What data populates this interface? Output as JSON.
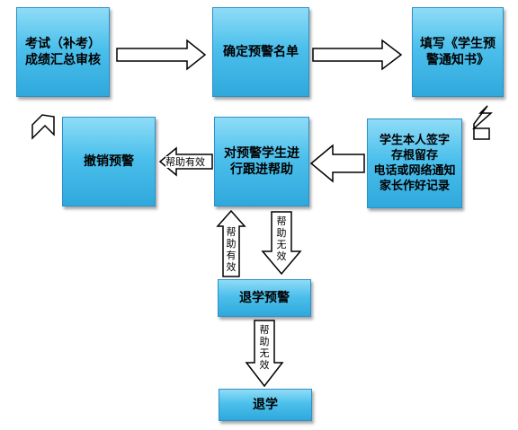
{
  "nodes": {
    "exam": "考试（补考）\n成绩汇总审核",
    "confirm": "确定预警名单",
    "fill": "填写《学生预\n警通知书》",
    "sign": "学生本人签字\n存根留存\n电话或网络通知\n家长作好记录",
    "track": "对预警学生进\n行跟进帮助",
    "cancel": "撤销预警",
    "withdraw_warning": "退学预警",
    "withdraw": "退学"
  },
  "edge_labels": {
    "help_effective_h": "帮助有效",
    "help_effective_v": "帮助有效",
    "help_ineffective_1": "帮助无效",
    "help_ineffective_2": "帮助无效"
  }
}
